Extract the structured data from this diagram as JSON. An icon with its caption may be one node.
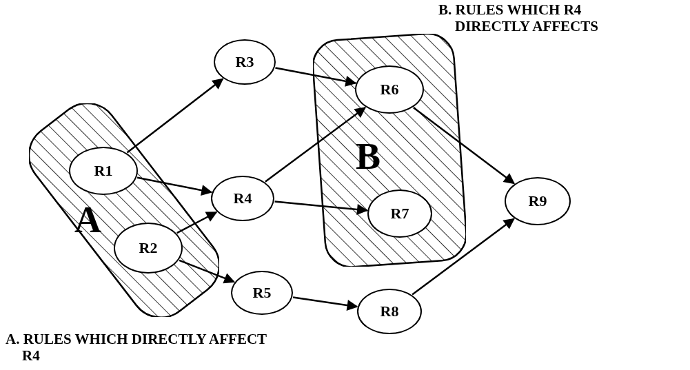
{
  "diagram": {
    "nodes": [
      {
        "text": [
          "A"
        ],
        "beside": [
          "A. RULES WHICH DIRECTLY AFFECT R4"
        ]
      },
      {
        "text": [
          "R1"
        ],
        "in": 0
      },
      {
        "text": [
          "R2"
        ],
        "in": 0
      },
      {
        "text": [
          "R3"
        ]
      },
      {
        "text": [
          "R4"
        ]
      },
      {
        "text": [
          "B"
        ],
        "beside": [
          "B. RULES WHICH R4 DIRECTLY AFFECTS"
        ]
      },
      {
        "text": [
          "R6"
        ],
        "in": 5
      },
      {
        "text": [
          "R7"
        ],
        "in": 5
      },
      {
        "text": [
          "R5"
        ]
      },
      {
        "text": [
          "R8"
        ]
      },
      {
        "text": [
          "R9"
        ]
      }
    ],
    "edges": [
      {
        "from": 1,
        "to": 3,
        "arrow": "to"
      },
      {
        "from": 1,
        "to": 4,
        "arrow": "to"
      },
      {
        "from": 2,
        "to": 4,
        "arrow": "to"
      },
      {
        "from": 2,
        "to": 8,
        "arrow": "to"
      },
      {
        "from": 3,
        "to": 6,
        "arrow": "to"
      },
      {
        "from": 4,
        "to": 6,
        "arrow": "to"
      },
      {
        "from": 4,
        "to": 7,
        "arrow": "to"
      },
      {
        "from": 8,
        "to": 9,
        "arrow": "to"
      },
      {
        "from": 6,
        "to": 10,
        "arrow": "to"
      },
      {
        "from": 9,
        "to": 10,
        "arrow": "to"
      }
    ]
  }
}
